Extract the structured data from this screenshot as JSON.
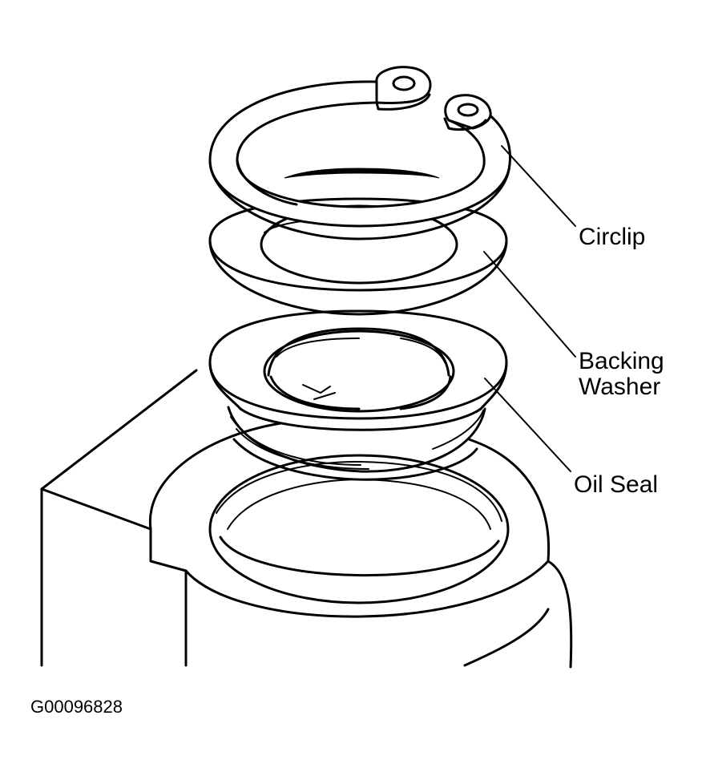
{
  "labels": {
    "circlip": "Circlip",
    "backing_washer_line1": "Backing",
    "backing_washer_line2": "Washer",
    "oil_seal": "Oil Seal"
  },
  "figure_id": "G00096828",
  "colors": {
    "ink": "#000000",
    "paper": "#ffffff"
  }
}
